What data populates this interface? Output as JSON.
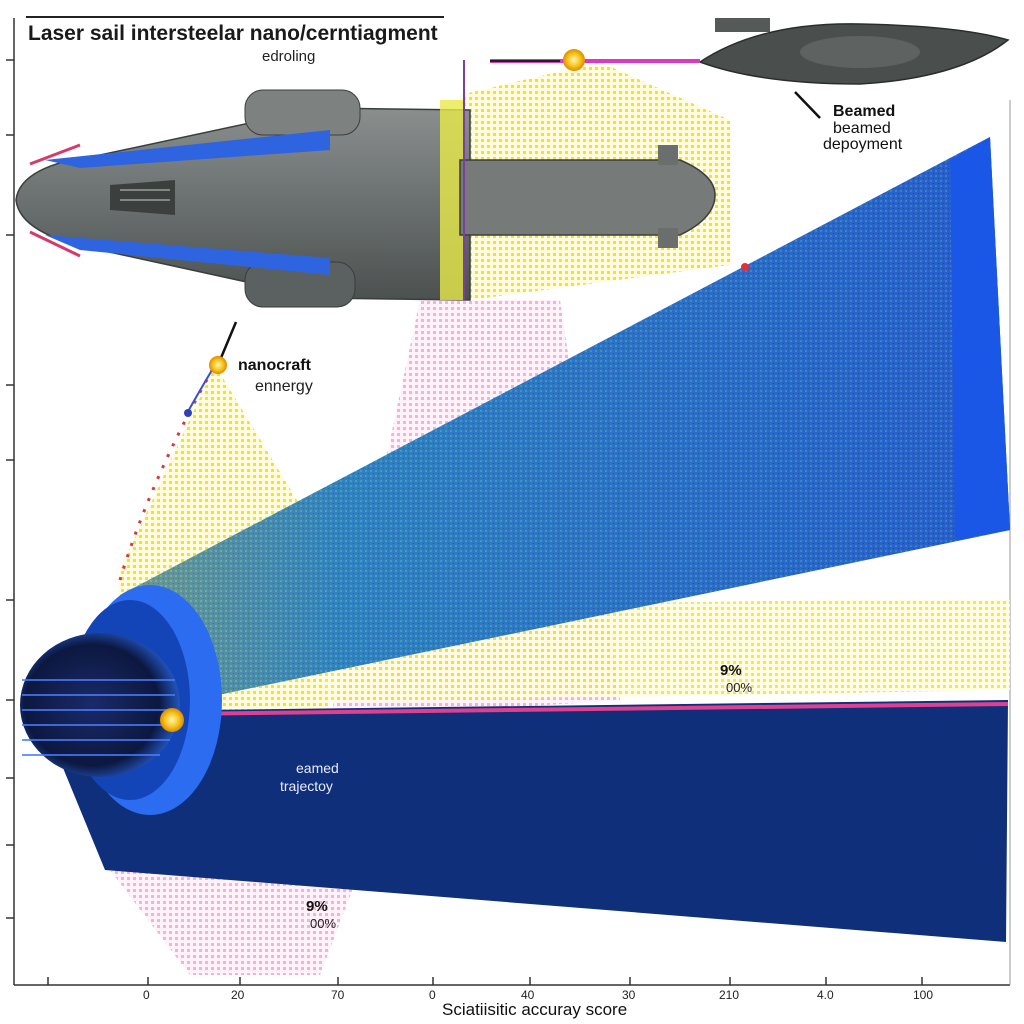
{
  "title": "Laser sail intersteelar nano/cerntiagment",
  "subtitle": "edroling",
  "labels": {
    "beamed_1": "Beamed",
    "beamed_2": "beamed",
    "deployment": "depoyment",
    "nanocraft": "nanocraft",
    "energy": "ennergy",
    "eamed": "eamed",
    "trajectory": "trajectoy",
    "pct_upper": "9%",
    "pct_upper_sub": "00%",
    "pct_lower": "9%",
    "pct_lower_sub": "00%"
  },
  "x_axis": {
    "label": "Sciatiisitic accuray score",
    "ticks": [
      "0",
      "20",
      "70",
      "0",
      "40",
      "30",
      "210",
      "4.0",
      "100"
    ]
  },
  "colors": {
    "hull": "#6f7473",
    "hull_stripe": "#2f64e0",
    "beam_navy": "#0f2f7a",
    "beam_blue": "#1b57e6",
    "beam_yellow": "#f4e637",
    "beam_pink": "#f6b3d8",
    "sun": "#f6c21a"
  },
  "icons": [
    "spacecraft-icon",
    "probe-icon",
    "sun-marker-icon"
  ]
}
